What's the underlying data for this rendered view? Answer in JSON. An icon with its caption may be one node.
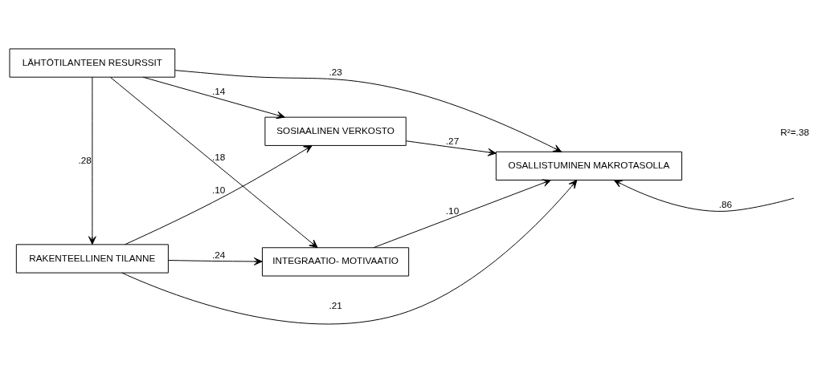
{
  "diagram": {
    "nodes": [
      {
        "text": [
          "LÄHTÖTILANTEEN RESURSSIT"
        ]
      },
      {
        "text": [
          "SOSIAALINEN VERKOSTO"
        ]
      },
      {
        "text": [
          "OSALLISTUMINEN MAKROTASOLLA"
        ]
      },
      {
        "text": [
          "RAKENTEELLINEN TILANNE"
        ]
      },
      {
        "text": [
          "INTEGRAATIO- MOTIVAATIO"
        ]
      }
    ],
    "edges": [
      {
        "from": 0,
        "to": 2,
        "arrow": "to",
        "label": ".23"
      },
      {
        "from": 0,
        "to": 1,
        "arrow": "to",
        "label": ".14"
      },
      {
        "from": 0,
        "to": 4,
        "arrow": "to",
        "label": ".18"
      },
      {
        "from": 0,
        "to": 3,
        "arrow": "to",
        "label": ".28"
      },
      {
        "from": 3,
        "to": 1,
        "arrow": "to",
        "label": ".10"
      },
      {
        "from": 3,
        "to": 4,
        "arrow": "to",
        "label": ".24"
      },
      {
        "from": 1,
        "to": 2,
        "arrow": "to",
        "label": ".27"
      },
      {
        "from": 4,
        "to": 2,
        "arrow": "to",
        "label": ".10"
      },
      {
        "from": 3,
        "to": 2,
        "arrow": "to",
        "label": ".21"
      },
      {
        "from": null,
        "to": 2,
        "arrow": "to",
        "label": ".86"
      }
    ],
    "labels": [
      "R²=.38"
    ]
  }
}
